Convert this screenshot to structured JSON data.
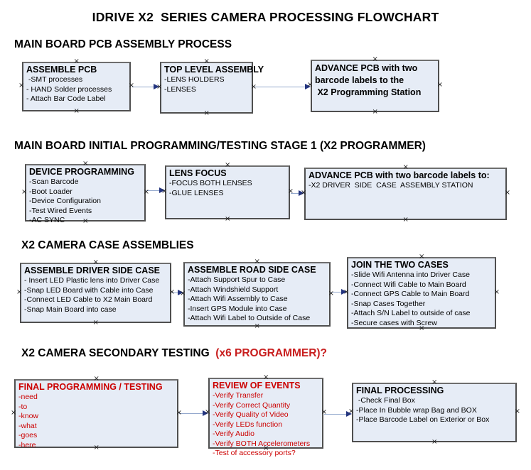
{
  "title": "IDRIVE X2  SERIES CAMERA PROCESSING FLOWCHART",
  "palette": {
    "box_fill": "#e6ecf6",
    "box_border": "#4f4f4f",
    "arrow_line": "#94a9cd",
    "arrow_head": "#24357f",
    "heading_red": "#c81e1e",
    "box_red_text": "#cc0000",
    "black_text": "#000000"
  },
  "icons": {
    "connector_handle": "×"
  },
  "sections": [
    {
      "heading": "MAIN BOARD PCB ASSEMBLY PROCESS",
      "boxes": [
        {
          "title": "ASSEMBLE PCB",
          "items": [
            " -SMT processes",
            "- HAND Solder processes",
            "- Attach Bar Code Label"
          ]
        },
        {
          "title": "TOP LEVEL ASSEMBLY",
          "items": [
            "-LENS HOLDERS",
            "-LENSES"
          ]
        },
        {
          "title_lines": [
            "ADVANCE PCB with two",
            "barcode labels to the",
            " X2 Programming Station"
          ]
        }
      ]
    },
    {
      "heading": "MAIN BOARD INITIAL PROGRAMMING/TESTING STAGE 1 (X2 PROGRAMMER)",
      "boxes": [
        {
          "title": "DEVICE PROGRAMMING",
          "items": [
            "-Scan Barcode",
            "-Boot Loader",
            "-Device Configuration",
            "-Test Wired Events",
            "-AC SYNC"
          ]
        },
        {
          "title": "LENS FOCUS",
          "items": [
            "-FOCUS BOTH LENSES",
            "-GLUE LENSES"
          ]
        },
        {
          "title": "ADVANCE PCB with two barcode labels to:",
          "items": [
            "-X2 DRIVER  SIDE  CASE  ASSEMBLY STATION"
          ]
        }
      ]
    },
    {
      "heading": "X2 CAMERA CASE ASSEMBLIES",
      "boxes": [
        {
          "title": "ASSEMBLE DRIVER SIDE CASE",
          "items": [
            "- Insert LED Plastic lens into Driver Case",
            "-Snap LED Board with Cable into Case",
            "-Connect LED Cable to X2 Main Board",
            "-Snap Main Board into case"
          ]
        },
        {
          "title": "ASSEMBLE ROAD SIDE CASE",
          "items": [
            "-Attach Support Spur to Case",
            "-Attach Windshield Support",
            "-Attach Wifi Assembly to Case",
            "-Insert GPS Module into Case",
            "-Attach Wifi Label to Outside of Case"
          ]
        },
        {
          "title": "JOIN THE TWO CASES",
          "items": [
            "-Slide Wifi Antenna into Driver Case",
            "-Connect Wifi Cable to Main Board",
            "-Connect GPS Cable to Main Board",
            "-Snap Cases Together",
            "-Attach S/N Label to outside of case",
            "-Secure cases with Screw"
          ]
        }
      ]
    },
    {
      "heading": "X2 CAMERA SECONDARY TESTING",
      "heading_red": "  (x6 PROGRAMMER)?",
      "boxes": [
        {
          "title": "FINAL PROGRAMMING / TESTING",
          "items": [
            "-need",
            "-to",
            "-know",
            "-what",
            "-goes",
            "-here"
          ],
          "red": true
        },
        {
          "title": "REVIEW OF EVENTS",
          "items": [
            "-Verify Transfer",
            "-Verify Correct Quantity",
            "-Verify Quality of Video",
            "-Verify LEDs function",
            "-Verify Audio",
            "-Verify BOTH Accelerometers",
            "-Test of accessory ports?"
          ],
          "red": true
        },
        {
          "title": "FINAL PROCESSING",
          "items": [
            " -Check Final Box",
            "-Place In Bubble wrap Bag and BOX",
            "-Place Barcode Label on Exterior or Box"
          ]
        }
      ]
    }
  ]
}
